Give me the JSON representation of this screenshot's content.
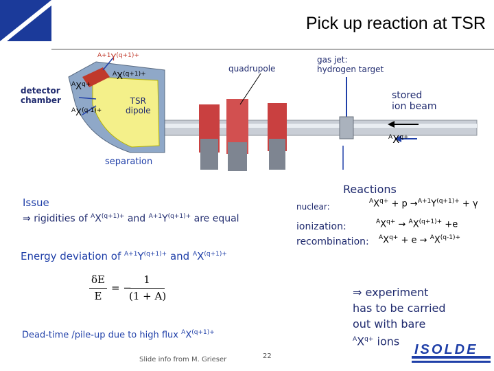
{
  "slide": {
    "title": "Pick up reaction at TSR",
    "footer_credit": "Slide info from M. Grieser",
    "page_number": "22"
  },
  "diagram": {
    "label_A1Y": {
      "base": "A+1",
      "mid": "Y",
      "sup": "(q+1)+"
    },
    "label_detector": "detector\nchamber",
    "label_AXq": {
      "pre": "A",
      "mid": "X",
      "sup": "q+"
    },
    "label_AXq1minus": {
      "pre": "A",
      "mid": "X",
      "sup": "(q-1)+"
    },
    "label_AXq1plus": {
      "pre": "A",
      "mid": "X",
      "sup": "(q+1)+"
    },
    "label_tsr_dipole": "TSR\ndipole",
    "label_quadrupole": "quadrupole",
    "label_gas_jet": "gas jet:\nhydrogen target",
    "label_stored_beam": "stored\nion beam",
    "label_beam_ion": {
      "pre": "A",
      "mid": "X",
      "sup": "q+"
    },
    "label_separation": "separation"
  },
  "issue": {
    "heading": "Issue",
    "arrow": "⇒",
    "rigidities_prefix": "rigidities of",
    "rigidities_mid": "and",
    "rigidities_suffix": "are equal",
    "ion1": {
      "pre": "A",
      "mid": "X",
      "sup": "(q+1)+"
    },
    "ion2": {
      "pre": "A+1",
      "mid": "Y",
      "sup": "(q+1)+"
    },
    "energy_prefix": "Energy deviation of",
    "energy_mid": "and",
    "eion1": {
      "pre": "A+1",
      "mid": "Y",
      "sup": "(q+1)+"
    },
    "eion2": {
      "pre": "A",
      "mid": "X",
      "sup": "(q+1)+"
    },
    "formula_lhs_num": "δE",
    "formula_lhs_den": "E",
    "formula_eq": "= −",
    "formula_rhs_num": "1",
    "formula_rhs_den": "(1 + A)",
    "deadtime_prefix": "Dead-time /pile-up due to high flux",
    "dion": {
      "pre": "A",
      "mid": "X",
      "sup": "(q+1)+"
    }
  },
  "reactions": {
    "heading": "Reactions",
    "nuclear_label": "nuclear:",
    "nuclear_eq": {
      "r1pre": "A",
      "r1": "X",
      "r1sup": "q+",
      "plus": "+ p",
      "arrow": "→",
      "p1pre": "A+1",
      "p1": "Y",
      "p1sup": "(q+1)+",
      "tail": "+ γ"
    },
    "ionization_label": "ionization:",
    "ionization_eq": {
      "r1pre": "A",
      "r1": "X",
      "r1sup": "q+",
      "arrow": "→",
      "p1pre": "A",
      "p1": "X",
      "p1sup": "(q+1)+",
      "tail": "+e"
    },
    "recombination_label": "recombination:",
    "recombination_eq": {
      "r1pre": "A",
      "r1": "X",
      "r1sup": "q+",
      "plus": "+ e",
      "arrow": "→",
      "p1pre": "A",
      "p1": "X",
      "p1sup": "(q-1)+"
    }
  },
  "conclusion": {
    "arrow": "⇒",
    "line1": "experiment",
    "line2": "has to be carried",
    "line3": "out with bare",
    "ion": {
      "pre": "A",
      "mid": "X",
      "sup": "q+"
    },
    "line4_suffix": "ions"
  },
  "logo": {
    "text": "ISOLDE"
  },
  "colors": {
    "accent_blue": "#1f3fa8",
    "corner_blue": "#1b3a9a",
    "beam_red": "#c0392b",
    "chamber_yellow": "#f4f08a"
  }
}
